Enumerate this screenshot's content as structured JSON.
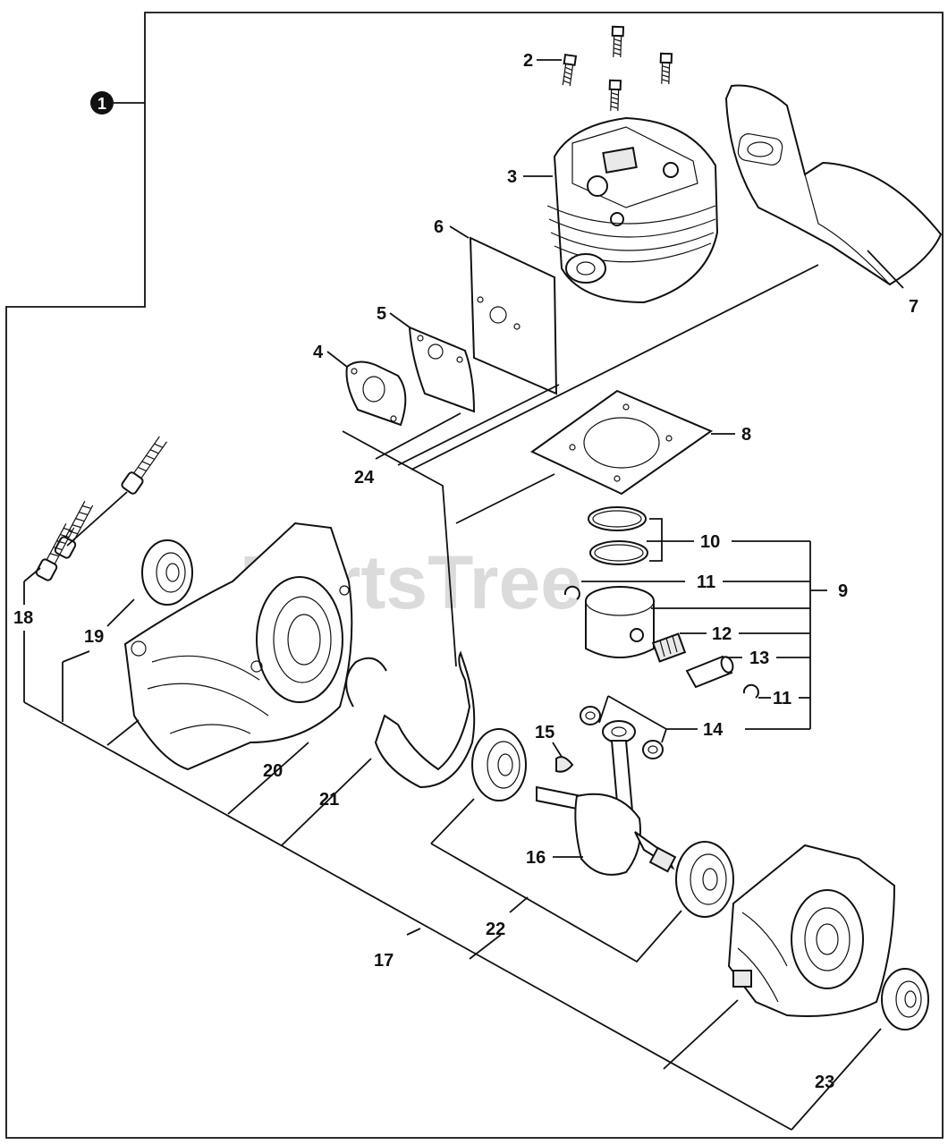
{
  "watermark": "PartsTree",
  "assembly_callout": "1",
  "callouts": {
    "c2": "2",
    "c3": "3",
    "c4": "4",
    "c5": "5",
    "c6": "6",
    "c7": "7",
    "c8": "8",
    "c9": "9",
    "c10": "10",
    "c11a": "11",
    "c11b": "11",
    "c12": "12",
    "c13": "13",
    "c14": "14",
    "c15": "15",
    "c16": "16",
    "c17": "17",
    "c18": "18",
    "c19": "19",
    "c20": "20",
    "c21": "21",
    "c22": "22",
    "c23": "23",
    "c24": "24"
  },
  "colors": {
    "ink": "#111111",
    "paper": "#ffffff",
    "watermark": "#cfcfcf"
  }
}
